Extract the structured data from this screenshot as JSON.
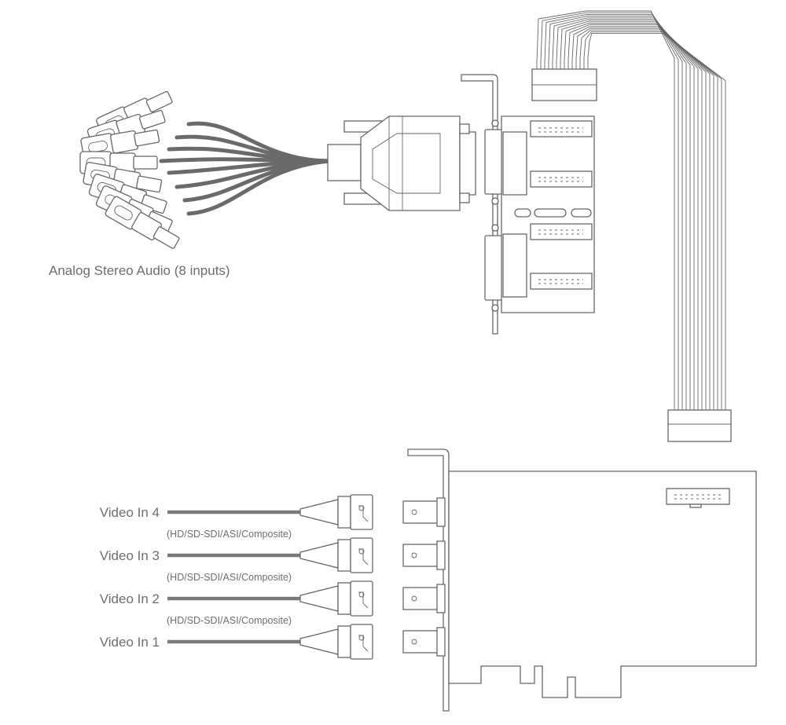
{
  "diagram": {
    "audio_label": "Analog Stereo Audio (8 inputs)",
    "video_inputs": [
      {
        "label": "Video In 4",
        "note": "(HD/SD-SDI/ASI/Composite)"
      },
      {
        "label": "Video In 3",
        "note": "(HD/SD-SDI/ASI/Composite)"
      },
      {
        "label": "Video In 2",
        "note": "(HD/SD-SDI/ASI/Composite)"
      },
      {
        "label": "Video In 1",
        "note": ""
      }
    ],
    "colors": {
      "stroke": "#666666",
      "cable": "#6a6a6a",
      "text": "#6e6e6e"
    }
  }
}
